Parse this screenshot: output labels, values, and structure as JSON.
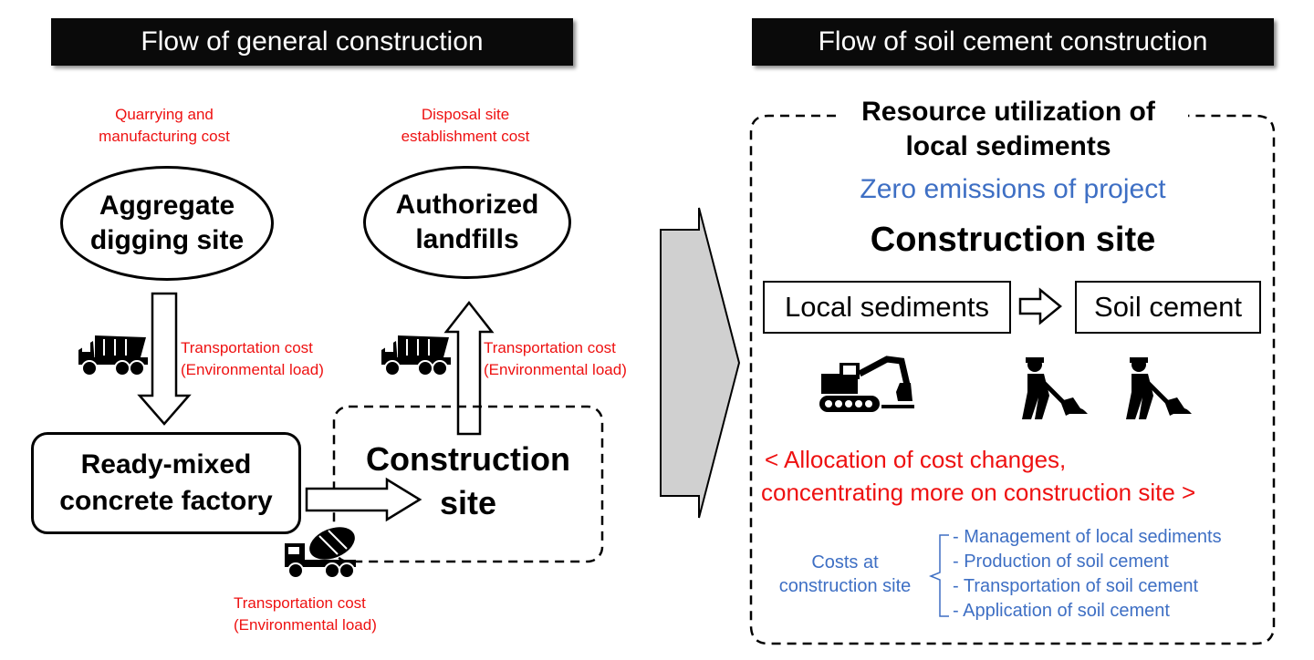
{
  "left_panel": {
    "header": "Flow of general construction",
    "quarry_cost": [
      "Quarrying and",
      "manufacturing cost"
    ],
    "disposal_cost": [
      "Disposal site",
      "establishment cost"
    ],
    "aggregate_site": [
      "Aggregate",
      "digging site"
    ],
    "landfills": [
      "Authorized",
      "landfills"
    ],
    "factory": [
      "Ready-mixed",
      "concrete factory"
    ],
    "construction_site": [
      "Construction",
      "site"
    ],
    "transport_cost_1": [
      "Transportation cost",
      "(Environmental load)"
    ],
    "transport_cost_2": [
      "Transportation cost",
      "(Environmental load)"
    ],
    "transport_cost_3": [
      "Transportation cost",
      "(Environmental load)"
    ]
  },
  "right_panel": {
    "header": "Flow of soil cement construction",
    "resource_title": [
      "Resource utilization of",
      "local sediments"
    ],
    "zero_emissions": "Zero emissions of project",
    "construction_site": "Construction site",
    "local_sediments": "Local sediments",
    "soil_cement": "Soil cement",
    "allocation": [
      "< Allocation of cost changes,",
      "concentrating more on construction site >"
    ],
    "costs_label": [
      "Costs at",
      "construction site"
    ],
    "cost_items": [
      "- Management of local sediments",
      "- Production of soil cement",
      "- Transportation of soil cement",
      "- Application of soil cement"
    ]
  },
  "colors": {
    "cost_red": "#ee1111",
    "zero_blue": "#3e6fc4",
    "header_bg": "#0a0a0a",
    "big_arrow": "#d0d0d0"
  },
  "icons": [
    "dump-truck-icon",
    "mixer-truck-icon",
    "excavator-icon",
    "worker-shovel-icon"
  ]
}
